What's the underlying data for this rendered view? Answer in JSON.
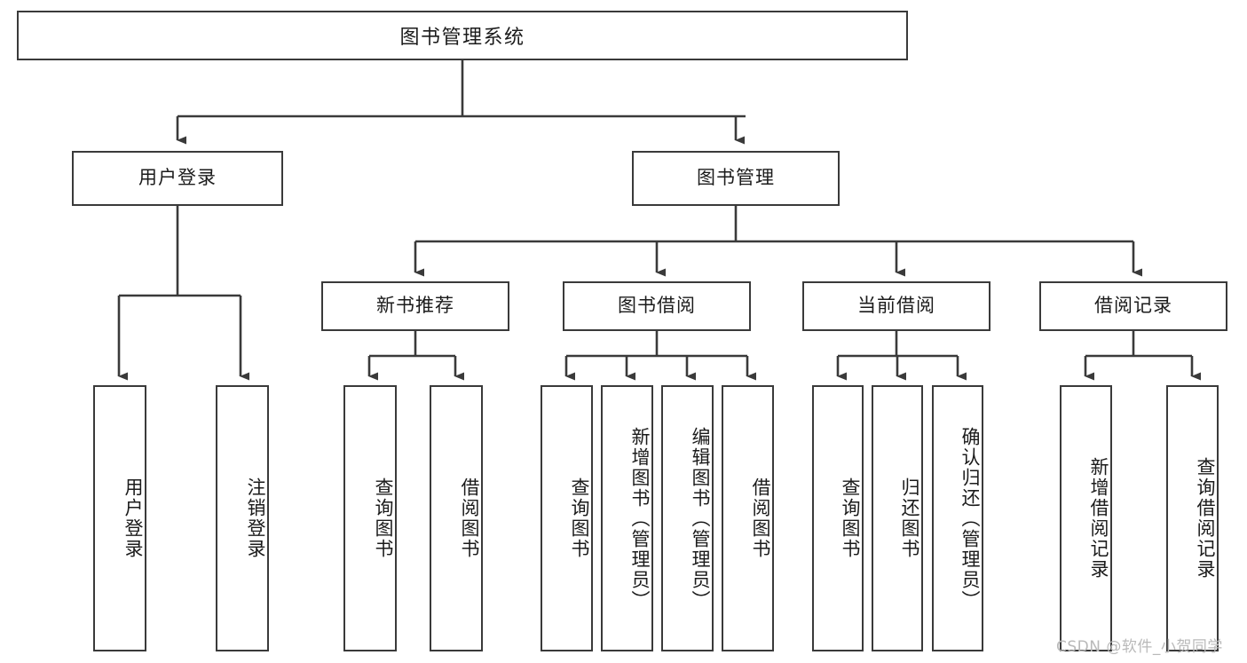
{
  "diagram": {
    "type": "tree-hierarchy-chart",
    "title": "图书管理系统",
    "watermark": "CSDN @软件_小贺同学",
    "colors": {
      "box_border": "#3a3a3a",
      "box_fill": "#ffffff",
      "connector": "#3a3a3a",
      "text": "#1b1b1b",
      "watermark": "#b9b9b9",
      "background": "#ffffff"
    },
    "nodes": {
      "root": {
        "label": "图书管理系统",
        "level": 1
      },
      "user_login": {
        "label": "用户登录",
        "level": 2
      },
      "book_manage": {
        "label": "图书管理",
        "level": 2
      },
      "new_book_rec": {
        "label": "新书推荐",
        "level": 3
      },
      "book_borrow": {
        "label": "图书借阅",
        "level": 3
      },
      "current_borrow": {
        "label": "当前借阅",
        "level": 3
      },
      "borrow_record": {
        "label": "借阅记录",
        "level": 3
      },
      "leaf_user_login": {
        "label": "用户登录",
        "level": 4
      },
      "leaf_logout_login": {
        "label": "注销登录",
        "level": 4
      },
      "leaf_query_book_a": {
        "label": "查询图书",
        "level": 4
      },
      "leaf_borrow_book_a": {
        "label": "借阅图书",
        "level": 4
      },
      "leaf_query_book_b": {
        "label": "查询图书",
        "level": 4
      },
      "leaf_add_book": {
        "label": "新增图书（管理员）",
        "level": 4
      },
      "leaf_edit_book": {
        "label": "编辑图书（管理员）",
        "level": 4
      },
      "leaf_borrow_book_b": {
        "label": "借阅图书",
        "level": 4
      },
      "leaf_query_book_c": {
        "label": "查询图书",
        "level": 4
      },
      "leaf_return_book": {
        "label": "归还图书",
        "level": 4
      },
      "leaf_confirm_return": {
        "label": "确认归还（管理员）",
        "level": 4
      },
      "leaf_add_record": {
        "label": "新增借阅记录",
        "level": 4
      },
      "leaf_query_record": {
        "label": "查询借阅记录",
        "level": 4
      }
    },
    "edges": [
      {
        "from": "root",
        "to": "user_login"
      },
      {
        "from": "root",
        "to": "book_manage"
      },
      {
        "from": "book_manage",
        "to": "new_book_rec"
      },
      {
        "from": "book_manage",
        "to": "book_borrow"
      },
      {
        "from": "book_manage",
        "to": "current_borrow"
      },
      {
        "from": "book_manage",
        "to": "borrow_record"
      },
      {
        "from": "user_login",
        "to": "leaf_user_login"
      },
      {
        "from": "user_login",
        "to": "leaf_logout_login"
      },
      {
        "from": "new_book_rec",
        "to": "leaf_query_book_a"
      },
      {
        "from": "new_book_rec",
        "to": "leaf_borrow_book_a"
      },
      {
        "from": "book_borrow",
        "to": "leaf_query_book_b"
      },
      {
        "from": "book_borrow",
        "to": "leaf_add_book"
      },
      {
        "from": "book_borrow",
        "to": "leaf_edit_book"
      },
      {
        "from": "book_borrow",
        "to": "leaf_borrow_book_b"
      },
      {
        "from": "current_borrow",
        "to": "leaf_query_book_c"
      },
      {
        "from": "current_borrow",
        "to": "leaf_return_book"
      },
      {
        "from": "current_borrow",
        "to": "leaf_confirm_return"
      },
      {
        "from": "borrow_record",
        "to": "leaf_add_record"
      },
      {
        "from": "borrow_record",
        "to": "leaf_query_record"
      }
    ]
  }
}
